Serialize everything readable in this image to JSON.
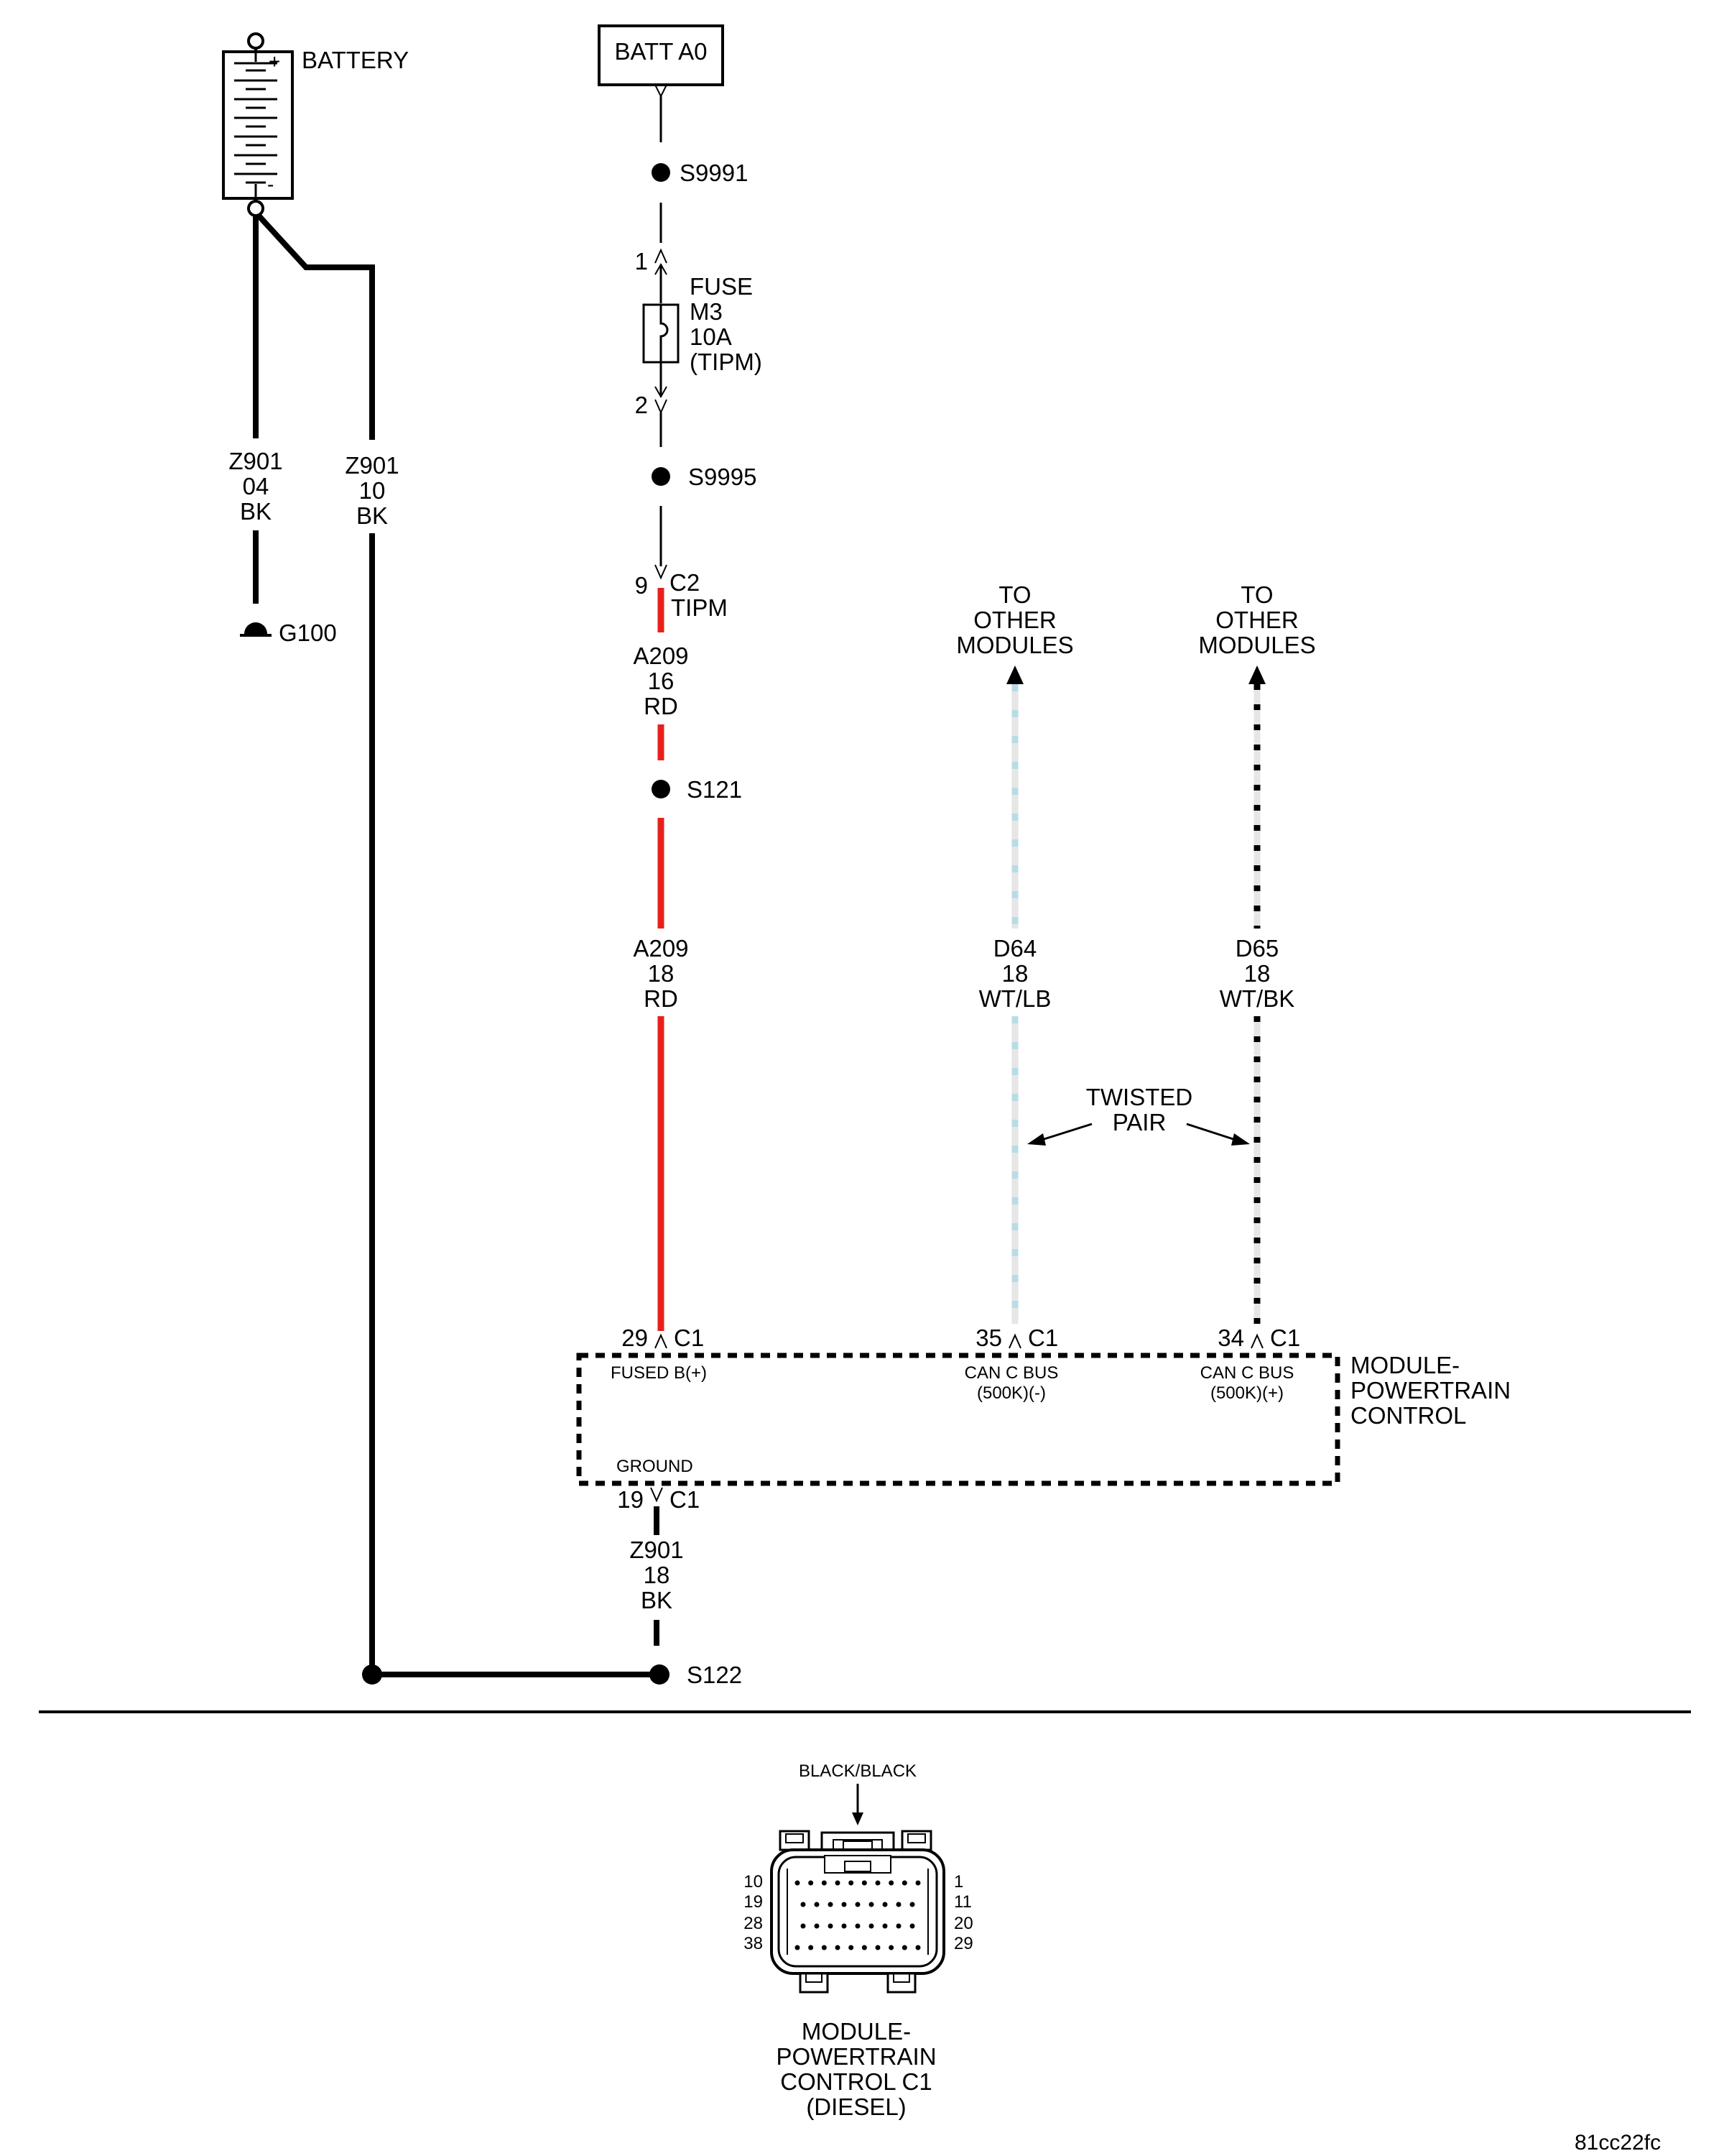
{
  "battery": {
    "label": "BATTERY",
    "plus": "+",
    "minus": "-"
  },
  "ground_wires": [
    {
      "circuit": "Z901",
      "gauge": "04",
      "color_code": "BK"
    },
    {
      "circuit": "Z901",
      "gauge": "10",
      "color_code": "BK"
    }
  ],
  "ground_point": "G100",
  "power_source": "BATT A0",
  "splices": {
    "top": "S9991",
    "below_fuse": "S9995",
    "mid": "S121",
    "ground": "S122"
  },
  "fuse": {
    "pin_in": "1",
    "pin_out": "2",
    "lines": [
      "FUSE",
      "M3",
      "10A",
      "(TIPM)"
    ]
  },
  "tipm_connector": {
    "pin": "9",
    "name": "C2",
    "module": "TIPM"
  },
  "wires": {
    "a209_16": {
      "circuit": "A209",
      "gauge": "16",
      "color_code": "RD"
    },
    "a209_18": {
      "circuit": "A209",
      "gauge": "18",
      "color_code": "RD"
    },
    "d64": {
      "circuit": "D64",
      "gauge": "18",
      "color_code": "WT/LB"
    },
    "d65": {
      "circuit": "D65",
      "gauge": "18",
      "color_code": "WT/BK"
    },
    "z901_18": {
      "circuit": "Z901",
      "gauge": "18",
      "color_code": "BK"
    }
  },
  "other_modules": [
    "TO",
    "OTHER",
    "MODULES"
  ],
  "twisted_pair": [
    "TWISTED",
    "PAIR"
  ],
  "pcm": {
    "name_lines": [
      "MODULE-",
      "POWERTRAIN",
      "CONTROL"
    ],
    "pins": {
      "b_plus": {
        "pin": "29",
        "connector": "C1",
        "function": "FUSED B(+)"
      },
      "can_minus": {
        "pin": "35",
        "connector": "C1",
        "function_lines": [
          "CAN C BUS",
          "(500K)(-)"
        ]
      },
      "can_plus": {
        "pin": "34",
        "connector": "C1",
        "function_lines": [
          "CAN C BUS",
          "(500K)(+)"
        ]
      },
      "ground": {
        "pin": "19",
        "connector": "C1",
        "function": "GROUND"
      }
    }
  },
  "connector_view": {
    "color": "BLACK/BLACK",
    "left_pins": [
      "10",
      "19",
      "28",
      "38"
    ],
    "right_pins": [
      "1",
      "11",
      "20",
      "29"
    ],
    "caption_lines": [
      "MODULE-",
      "POWERTRAIN",
      "CONTROL C1",
      "(DIESEL)"
    ]
  },
  "figure_id": "81cc22fc",
  "colors": {
    "red_wire": "#e8201c",
    "light_blue_wire": "#b8dce6",
    "white_wire": "#e6e6e6",
    "black": "#000000"
  }
}
